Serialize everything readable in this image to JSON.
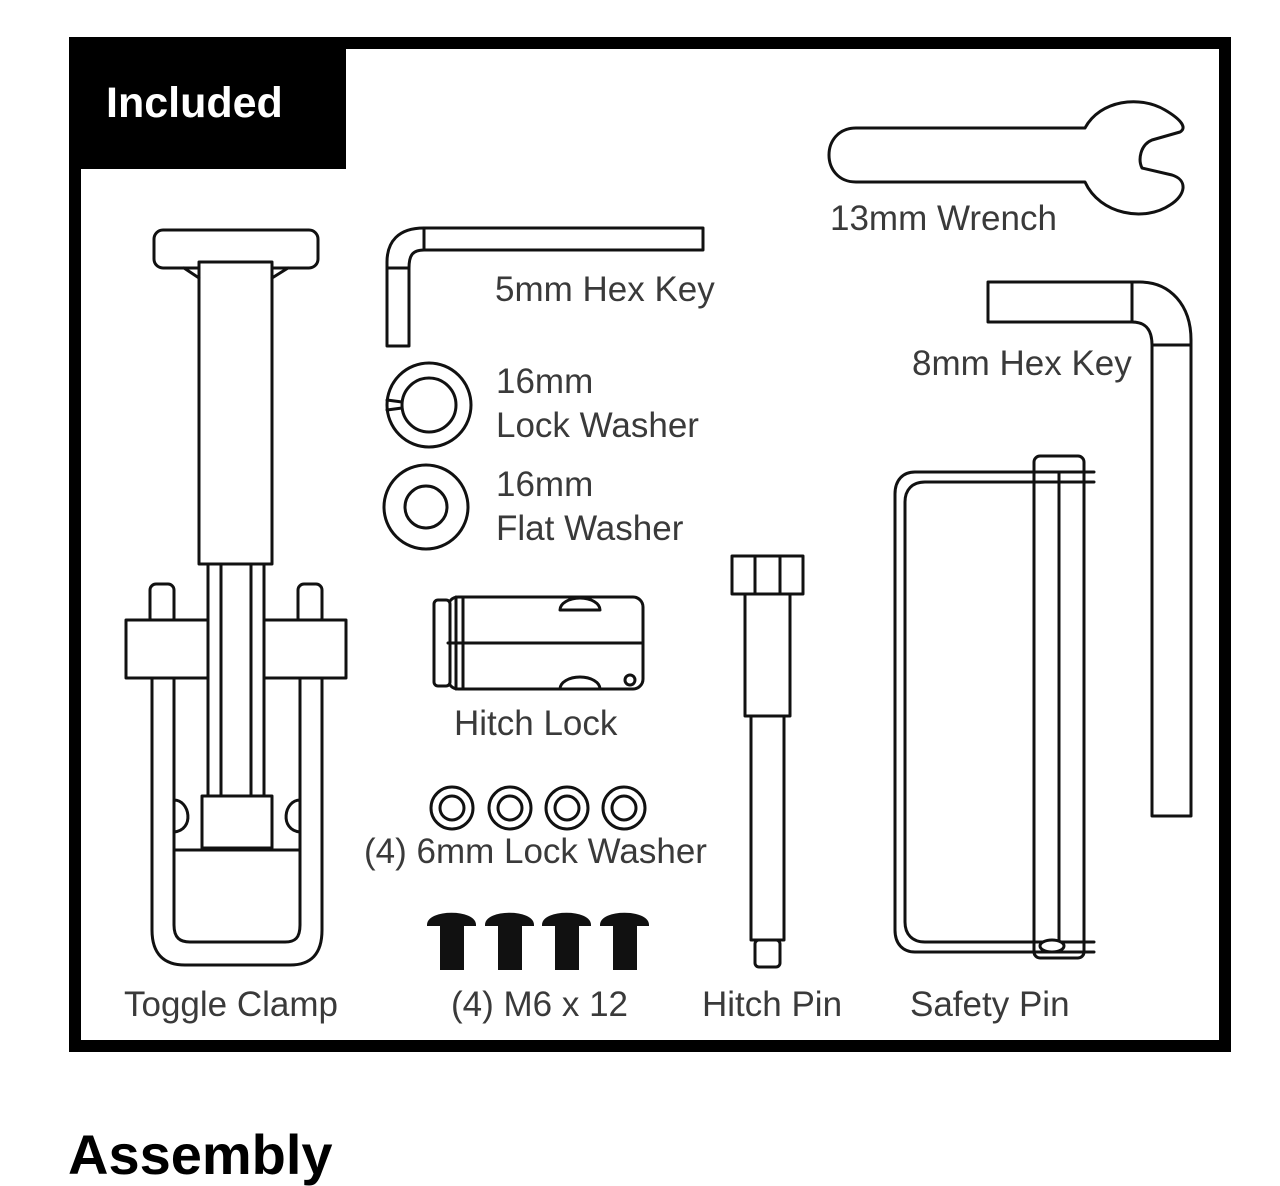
{
  "header": {
    "title": "Included"
  },
  "items": {
    "wrench_13mm": "13mm Wrench",
    "hex_key_5mm": "5mm Hex Key",
    "hex_key_8mm": "8mm Hex Key",
    "lock_washer_16mm_size": "16mm",
    "lock_washer_16mm_name": "Lock Washer",
    "flat_washer_16mm_size": "16mm",
    "flat_washer_16mm_name": "Flat Washer",
    "hitch_lock": "Hitch Lock",
    "lock_washer_6mm": "(4) 6mm Lock Washer",
    "bolts_m6": "(4) M6 x 12",
    "toggle_clamp": "Toggle Clamp",
    "hitch_pin": "Hitch Pin",
    "safety_pin": "Safety Pin"
  },
  "next_section": {
    "heading": "Assembly"
  }
}
